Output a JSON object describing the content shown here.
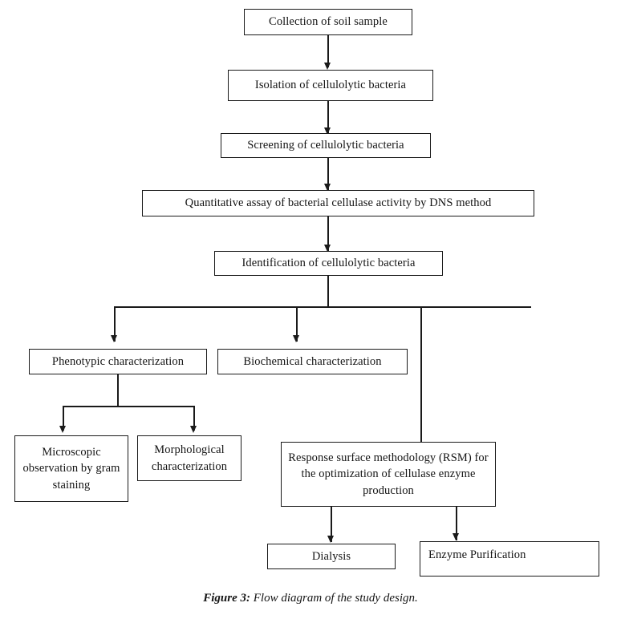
{
  "figure": {
    "caption_label": "Figure 3:",
    "caption_text": "Flow diagram of the study design.",
    "line_color": "#1a1a1a",
    "box_fill": "#ffffff",
    "text_color": "#141414"
  },
  "diagram": {
    "type": "flowchart",
    "orientation": "top-to-bottom",
    "nodes": [
      {
        "id": "n1",
        "label": "Collection of soil sample"
      },
      {
        "id": "n2",
        "label": "Isolation of cellulolytic bacteria"
      },
      {
        "id": "n3",
        "label": "Screening of cellulolytic bacteria"
      },
      {
        "id": "n4",
        "label": "Quantitative assay of bacterial cellulase activity by DNS method"
      },
      {
        "id": "n5",
        "label": "Identification of cellulolytic bacteria"
      },
      {
        "id": "n6",
        "label": "Phenotypic characterization"
      },
      {
        "id": "n7",
        "label": "Biochemical characterization"
      },
      {
        "id": "n8",
        "label": "Microscopic observation by gram staining"
      },
      {
        "id": "n9",
        "label": "Morphological characterization"
      },
      {
        "id": "n10",
        "label": "Response surface methodology (RSM) for the optimization of cellulase enzyme production"
      },
      {
        "id": "n11",
        "label": "Dialysis"
      },
      {
        "id": "n12",
        "label": "Enzyme Purification"
      }
    ],
    "edges": [
      {
        "from": "n1",
        "to": "n2"
      },
      {
        "from": "n2",
        "to": "n3"
      },
      {
        "from": "n3",
        "to": "n4"
      },
      {
        "from": "n4",
        "to": "n5"
      },
      {
        "from": "n5",
        "to": "n6"
      },
      {
        "from": "n5",
        "to": "n7"
      },
      {
        "from": "n5",
        "to": "n10"
      },
      {
        "from": "n6",
        "to": "n8"
      },
      {
        "from": "n6",
        "to": "n9"
      },
      {
        "from": "n10",
        "to": "n11"
      },
      {
        "from": "n10",
        "to": "n12"
      }
    ]
  }
}
